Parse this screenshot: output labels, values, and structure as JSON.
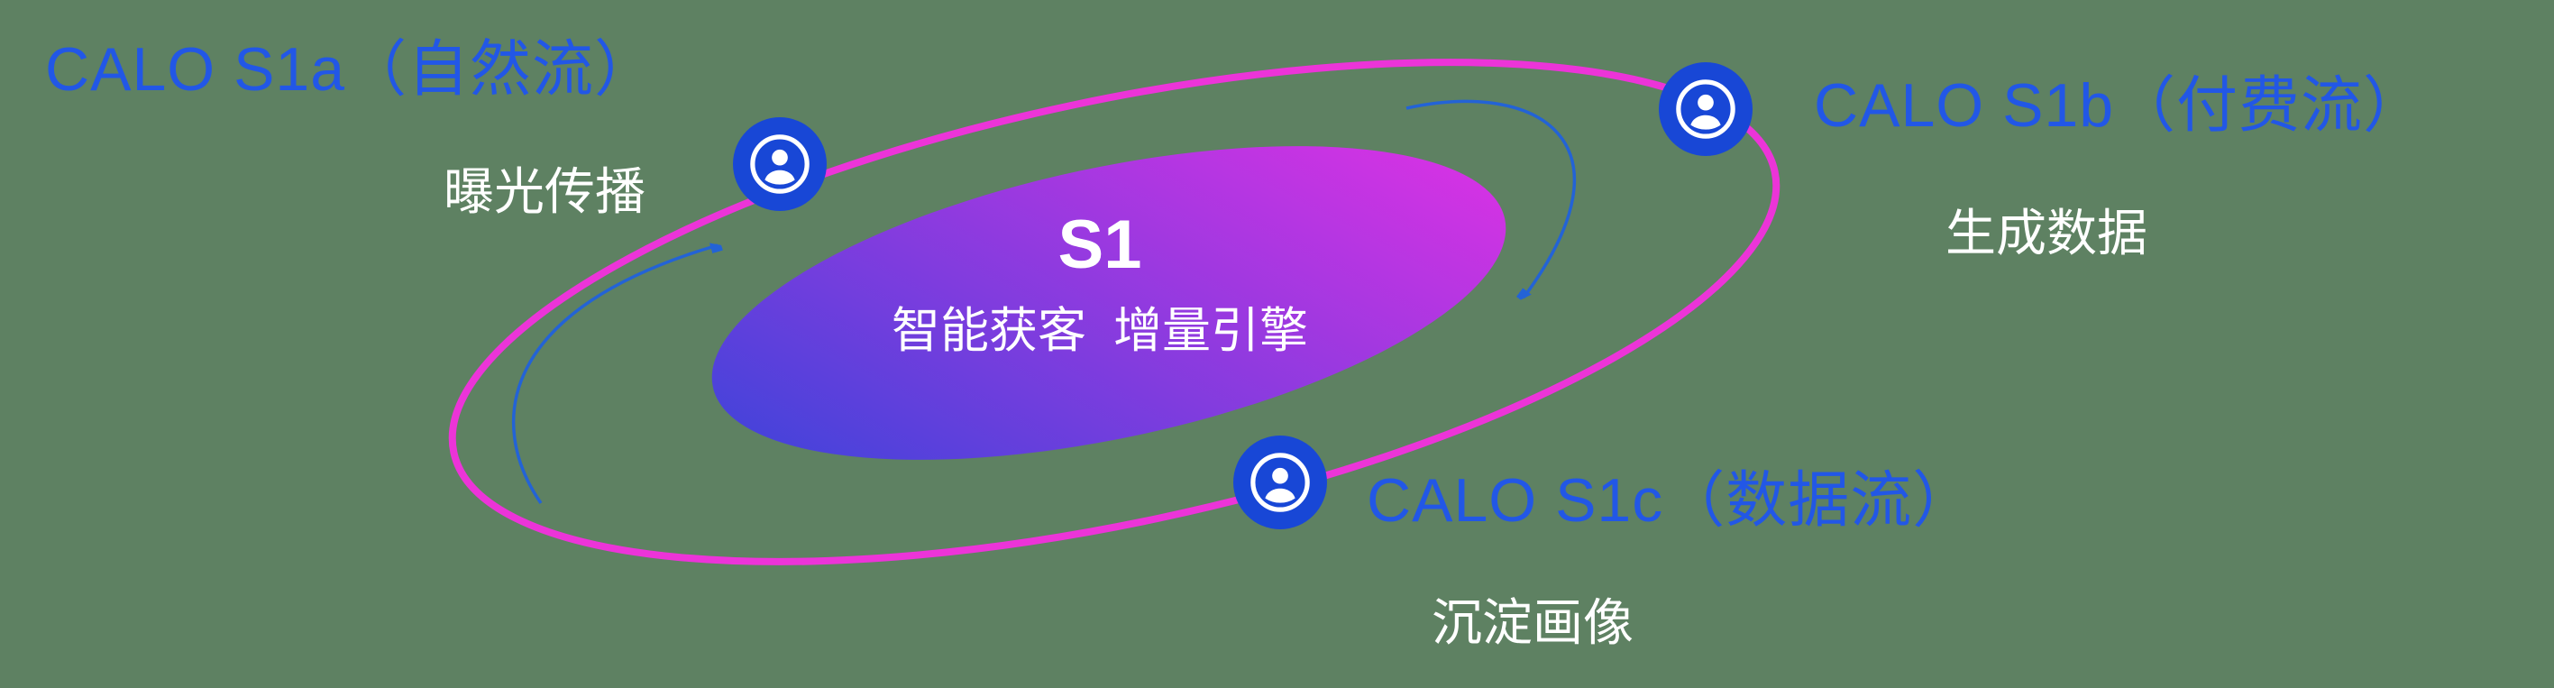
{
  "colors": {
    "background": "#5e8162",
    "title_blue": "#2257e6",
    "orbit_pink": "#ec34d8",
    "icon_blue": "#1847d6",
    "arrow_blue": "#2363d6",
    "text_white": "#ffffff",
    "core_gradient_start": "#4343da",
    "core_gradient_end": "#d832e4"
  },
  "center": {
    "title": "S1",
    "subtitle": "智能获客  增量引擎"
  },
  "nodes": [
    {
      "id": "s1a",
      "label": "CALO S1a（自然流）",
      "sublabel": "曝光传播",
      "icon": "user-icon"
    },
    {
      "id": "s1b",
      "label": "CALO S1b（付费流）",
      "sublabel": "生成数据",
      "icon": "user-icon"
    },
    {
      "id": "s1c",
      "label": "CALO S1c（数据流）",
      "sublabel": "沉淀画像",
      "icon": "user-icon"
    }
  ]
}
